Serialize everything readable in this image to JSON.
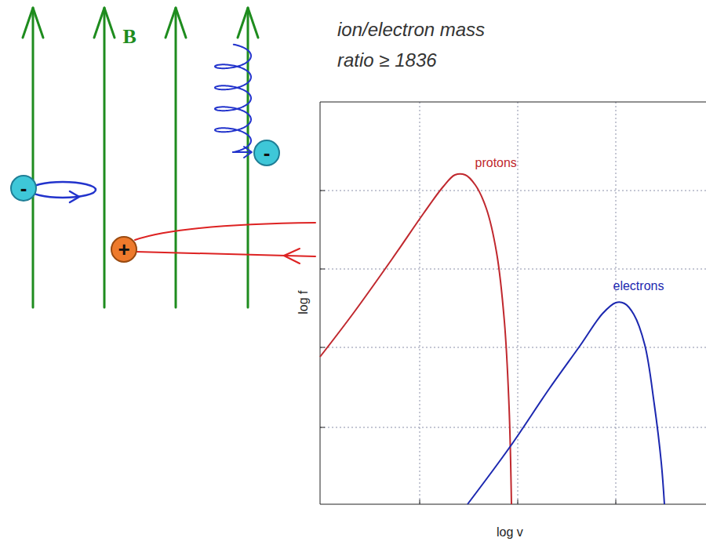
{
  "diagram": {
    "nodes": [
      {
        "text": [
          "-"
        ]
      },
      {
        "text": [
          "-"
        ]
      },
      {
        "text": [
          "+"
        ]
      }
    ],
    "labels": [
      "B",
      "ion/electron mass ratio ≥ 1836",
      "protons",
      "electrons",
      "log f",
      "log v"
    ]
  }
}
